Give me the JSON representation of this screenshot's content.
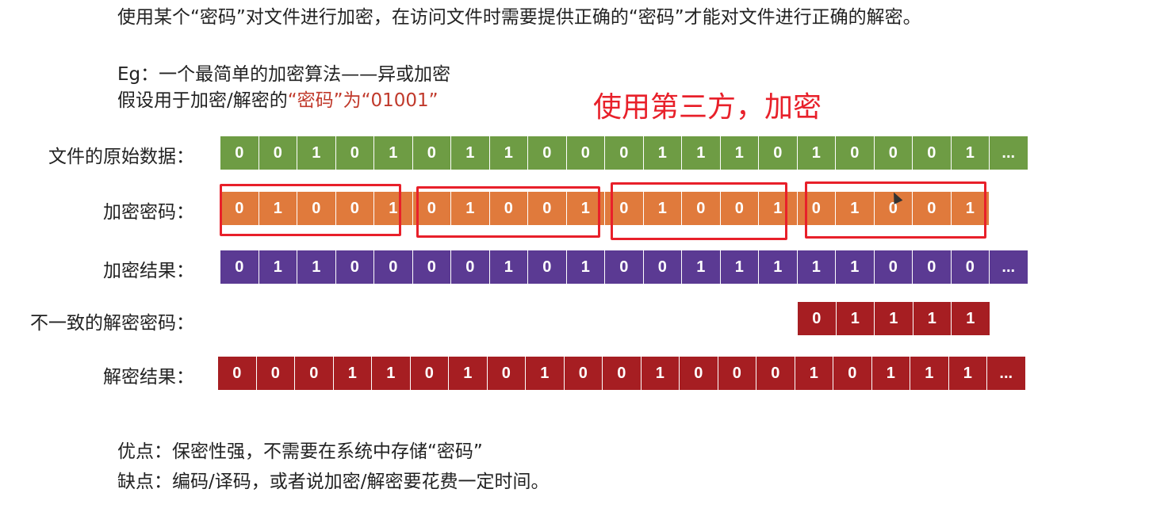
{
  "intro": "使用某个“密码”对文件进行加密，在访问文件时需要提供正确的“密码”才能对文件进行正确的解密。",
  "example_title": "Eg：一个最简单的加密算法——异或加密",
  "example_line_prefix": "假设用于加密/解密的",
  "example_line_red": "“密码”为“01001”",
  "annotation": "使用第三方，加密",
  "rows": [
    {
      "label": "文件的原始数据：",
      "color": "#6e9c44",
      "bits": [
        "0",
        "0",
        "1",
        "0",
        "1",
        "0",
        "1",
        "1",
        "0",
        "0",
        "0",
        "1",
        "1",
        "1",
        "0",
        "1",
        "0",
        "0",
        "0",
        "1",
        "..."
      ]
    },
    {
      "label": "加密密码：",
      "color": "#e07a3c",
      "bits": [
        "0",
        "1",
        "0",
        "0",
        "1",
        "0",
        "1",
        "0",
        "0",
        "1",
        "0",
        "1",
        "0",
        "0",
        "1",
        "0",
        "1",
        "0",
        "0",
        "1"
      ]
    },
    {
      "label": "加密结果：",
      "color": "#5b3a93",
      "bits": [
        "0",
        "1",
        "1",
        "0",
        "0",
        "0",
        "0",
        "1",
        "0",
        "1",
        "0",
        "0",
        "1",
        "1",
        "1",
        "1",
        "1",
        "0",
        "0",
        "0",
        "..."
      ]
    },
    {
      "label": "不一致的解密密码：",
      "color": "#a61e22",
      "bits": [
        "0",
        "1",
        "1",
        "1",
        "1"
      ]
    },
    {
      "label": "解密结果：",
      "color": "#a61e22",
      "bits": [
        "0",
        "0",
        "0",
        "1",
        "1",
        "0",
        "1",
        "0",
        "1",
        "0",
        "0",
        "1",
        "0",
        "0",
        "0",
        "1",
        "0",
        "1",
        "1",
        "1",
        "..."
      ]
    }
  ],
  "pros": "优点：保密性强，不需要在系统中存储“密码”",
  "cons": "缺点：编码/译码，或者说加密/解密要花费一定时间。",
  "accent": "#e8202a"
}
